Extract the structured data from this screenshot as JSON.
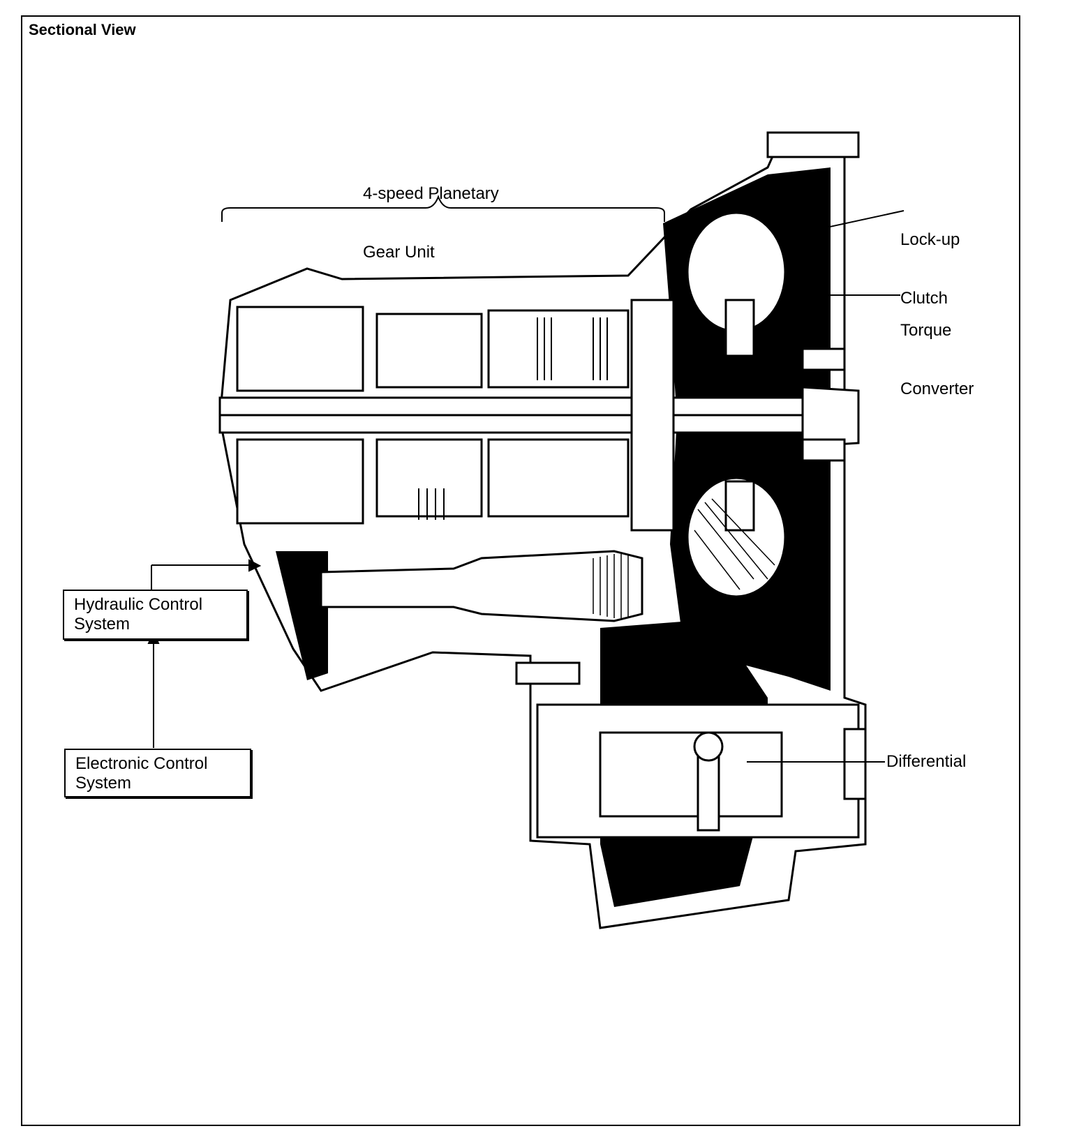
{
  "title": "Sectional View",
  "labels": {
    "planetary": [
      "4-speed Planetary",
      "Gear Unit"
    ],
    "lockup": [
      "Lock-up",
      "Clutch"
    ],
    "torque": [
      "Torque",
      "Converter"
    ],
    "differential": "Differential",
    "hydraulic": [
      "Hydraulic Control",
      "System"
    ],
    "electronic": [
      "Electronic Control",
      "System"
    ]
  }
}
